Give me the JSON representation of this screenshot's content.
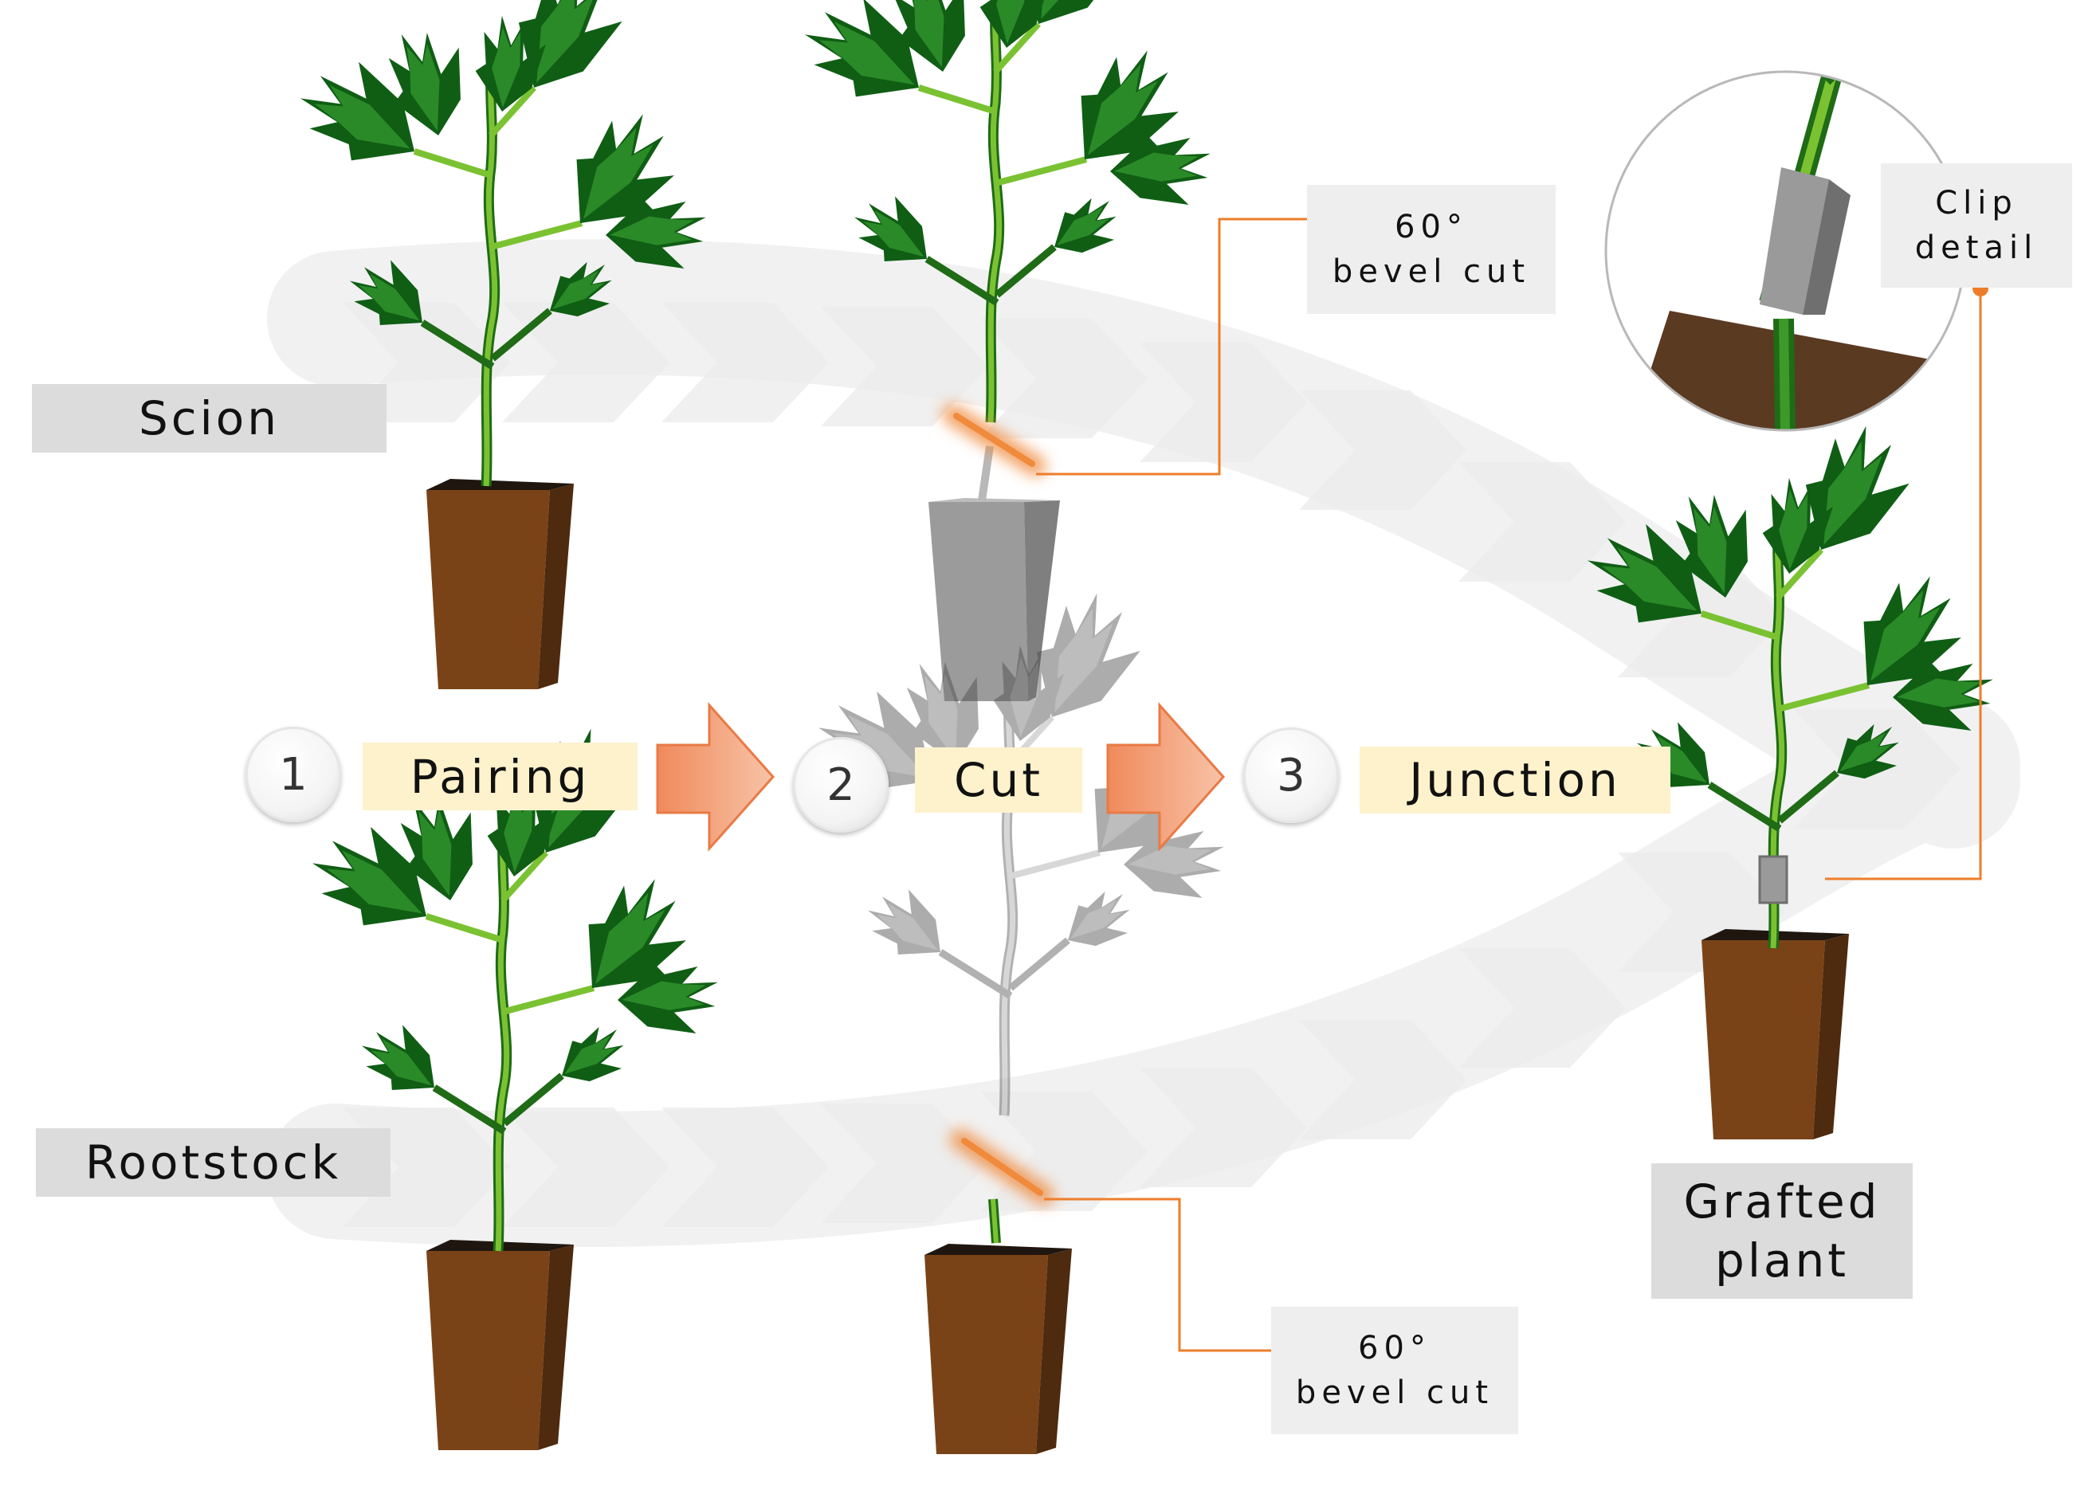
{
  "labels": {
    "scion": "Scion",
    "rootstock": "Rootstock",
    "grafted_plant": "Grafted\nplant",
    "clip_detail": "Clip\ndetail",
    "bevel_cut_top": "60°\nbevel cut",
    "bevel_cut_bottom": "60°\nbevel cut"
  },
  "steps": [
    {
      "number": "1",
      "label": "Pairing"
    },
    {
      "number": "2",
      "label": "Cut"
    },
    {
      "number": "3",
      "label": "Junction"
    }
  ],
  "colors": {
    "leaf_dark": "#0f5e14",
    "leaf_light": "#2f8f2a",
    "stem": "#7ac231",
    "pot_front": "#7a4317",
    "pot_side": "#4e2a0e",
    "soil": "#5b3a22",
    "cut_highlight": "#f08a3c",
    "callout_line": "#ee7d2a",
    "arrow": "#f3a07a",
    "grey_pot": "#9b9b9b",
    "clip": "#9a9a9a"
  }
}
